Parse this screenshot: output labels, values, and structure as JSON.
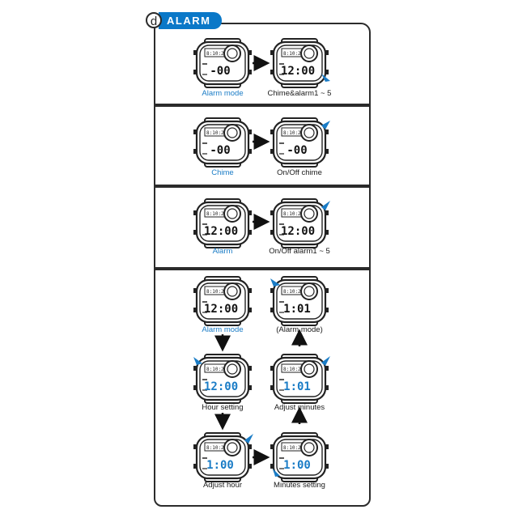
{
  "header": {
    "letter": "d",
    "title": "ALARM"
  },
  "colors": {
    "accent": "#0a78c8",
    "highlight": "#1a7cc6",
    "ink": "#222222"
  },
  "icons": [
    "arrow-right-icon",
    "arrow-down-icon",
    "arrow-up-icon",
    "blue-pointer-icon",
    "watch-icon"
  ],
  "panel1": {
    "left_label": "Alarm mode",
    "right_label": "Chime&alarm1 ~ 5",
    "left_display": "-00",
    "right_display": "12:00"
  },
  "panel2": {
    "left_label": "Chime",
    "right_label": "On/Off chime",
    "left_display": "-00",
    "right_display": "-00"
  },
  "panel3": {
    "left_label": "Alarm",
    "right_label": "On/Off alarm1 ~ 5",
    "left_display": "12:00",
    "right_display": "12:00"
  },
  "panel4": {
    "step1_label": "Alarm mode",
    "step2_label": "Hour setting",
    "step3_label": "Adjust hour",
    "step4_label": "Minutes setting",
    "step5_label": "Adjust minutes",
    "step6_label": "(Alarm mode)",
    "step1_display": "12:00",
    "step2_display": "12:00",
    "step3_display": "1:00",
    "step4_display": "1:00",
    "step5_display": "1:01",
    "step6_display": "1:01"
  }
}
